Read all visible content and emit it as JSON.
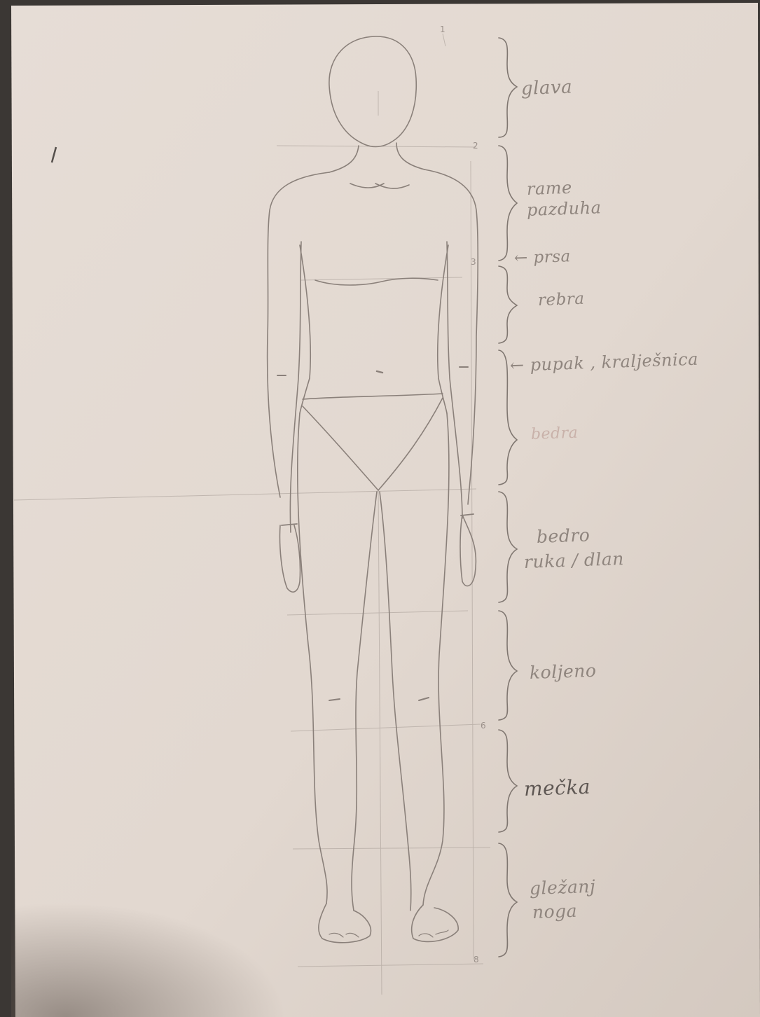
{
  "annotations": {
    "head": "glava",
    "shoulder_armpit": [
      "rame",
      "pazduha"
    ],
    "chest": "← prsa",
    "ribs": "rebra",
    "navel_spine": "← pupak , kralješnica",
    "hips": "bedra",
    "thigh_hand": [
      "bedro",
      "ruka / dlan"
    ],
    "knee": "koljeno",
    "calf": "mečka",
    "ankle_foot": [
      "gležanj",
      "noga"
    ]
  },
  "colors": {
    "paper": "#e4dbd3",
    "pencil": "#8a807a",
    "ink": "#6e6660",
    "background": "#3a3633"
  }
}
